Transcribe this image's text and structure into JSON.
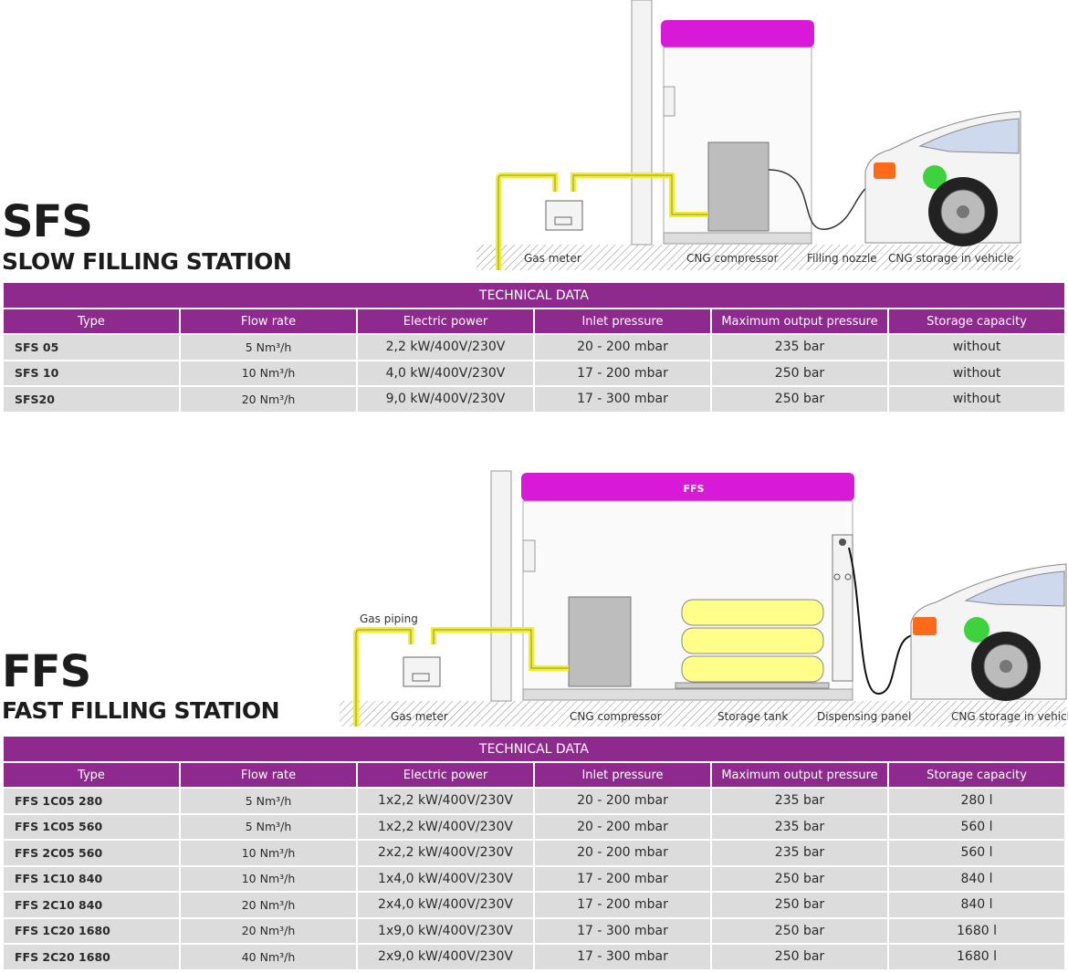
{
  "sfs": {
    "title": "SFS",
    "subtitle": "SLOW FILLING STATION",
    "diagram_labels": {
      "gas_meter": "Gas meter",
      "compressor": "CNG compressor",
      "nozzle": "Filling nozzle",
      "storage": "CNG storage in vehicle"
    },
    "table": {
      "caption": "TECHNICAL DATA",
      "headers": [
        "Type",
        "Flow rate",
        "Electric power",
        "Inlet pressure",
        "Maximum output pressure",
        "Storage capacity"
      ],
      "rows": [
        [
          "SFS 05",
          "5 Nm³/h",
          "2,2 kW/400V/230V",
          "20 - 200 mbar",
          "235 bar",
          "without"
        ],
        [
          "SFS 10",
          "10 Nm³/h",
          "4,0 kW/400V/230V",
          "17 - 200 mbar",
          "250 bar",
          "without"
        ],
        [
          "SFS20",
          "20 Nm³/h",
          "9,0 kW/400V/230V",
          "17 - 300 mbar",
          "250 bar",
          "without"
        ]
      ]
    }
  },
  "ffs": {
    "title": "FFS",
    "subtitle": "FAST FILLING STATION",
    "canopy_label": "FFS",
    "diagram_labels": {
      "gas_piping": "Gas piping",
      "gas_meter": "Gas meter",
      "compressor": "CNG compressor",
      "tank": "Storage tank",
      "panel": "Dispensing panel",
      "storage": "CNG storage in vehicle"
    },
    "table": {
      "caption": "TECHNICAL DATA",
      "headers": [
        "Type",
        "Flow rate",
        "Electric power",
        "Inlet pressure",
        "Maximum output pressure",
        "Storage capacity"
      ],
      "rows": [
        [
          "FFS 1C05 280",
          "5 Nm³/h",
          "1x2,2 kW/400V/230V",
          "20 - 200 mbar",
          "235 bar",
          "280 l"
        ],
        [
          "FFS 1C05 560",
          "5 Nm³/h",
          "1x2,2 kW/400V/230V",
          "20 - 200 mbar",
          "235 bar",
          "560 l"
        ],
        [
          "FFS 2C05 560",
          "10 Nm³/h",
          "2x2,2 kW/400V/230V",
          "20 - 200 mbar",
          "235 bar",
          "560 l"
        ],
        [
          "FFS 1C10 840",
          "10 Nm³/h",
          "1x4,0 kW/400V/230V",
          "17 - 200 mbar",
          "250 bar",
          "840 l"
        ],
        [
          "FFS 2C10 840",
          "20 Nm³/h",
          "2x4,0 kW/400V/230V",
          "17 - 200 mbar",
          "250 bar",
          "840 l"
        ],
        [
          "FFS 1C20 1680",
          "20 Nm³/h",
          "1x9,0 kW/400V/230V",
          "17 - 300 mbar",
          "250 bar",
          "1680 l"
        ],
        [
          "FFS 2C20 1680",
          "40 Nm³/h",
          "2x9,0 kW/400V/230V",
          "17 - 300 mbar",
          "250 bar",
          "1680 l"
        ]
      ]
    }
  },
  "colors": {
    "brand_purple": "#8e2a8d",
    "canopy_magenta": "#d81ad8",
    "pipe_yellow": "#f2f21a",
    "nozzle_green": "#3fd23f",
    "tail_light": "#ff6a1a"
  }
}
